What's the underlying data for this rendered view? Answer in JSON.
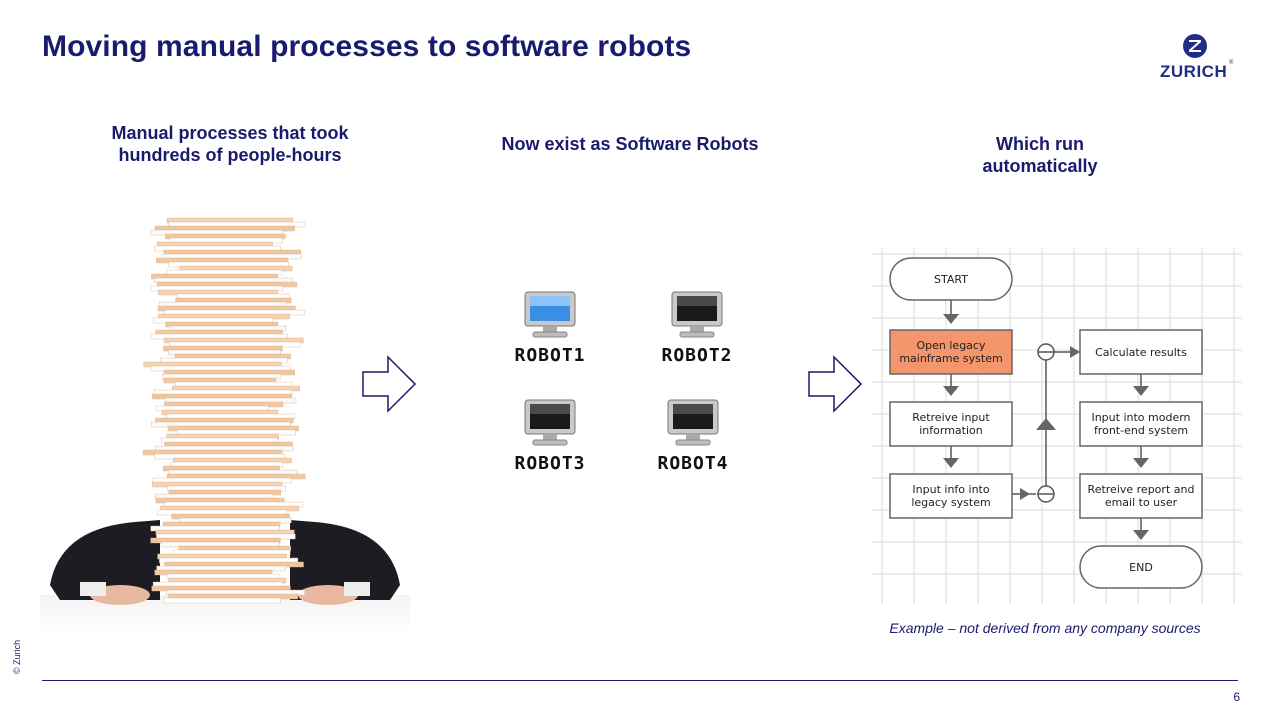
{
  "slide": {
    "title": "Moving manual processes to software robots",
    "brand": "ZURICH",
    "copyright": "© Zurich",
    "page_number": "6"
  },
  "columns": [
    {
      "heading_line1": "Manual processes that took",
      "heading_line2": "hundreds of people-hours"
    },
    {
      "heading_line1": "Now exist as Software Robots",
      "heading_line2": ""
    },
    {
      "heading_line1": "Which run",
      "heading_line2": "automatically"
    }
  ],
  "robots": [
    "ROBOT1",
    "ROBOT2",
    "ROBOT3",
    "ROBOT4"
  ],
  "flowchart": {
    "start": "START",
    "end": "END",
    "left_steps": [
      {
        "line1": "Open legacy",
        "line2": "mainframe system"
      },
      {
        "line1": "Retreive input",
        "line2": "information"
      },
      {
        "line1": "Input info into",
        "line2": "legacy system"
      }
    ],
    "right_steps": [
      {
        "line1": "Calculate results",
        "line2": ""
      },
      {
        "line1": "Input into modern",
        "line2": "front-end system"
      },
      {
        "line1": "Retreive report and",
        "line2": "email to user"
      }
    ],
    "caption": "Example – not derived from any company sources"
  },
  "colors": {
    "title": "#1a1a6e",
    "highlight_step": "#f5956b",
    "arrow": "#1a1a6e"
  }
}
